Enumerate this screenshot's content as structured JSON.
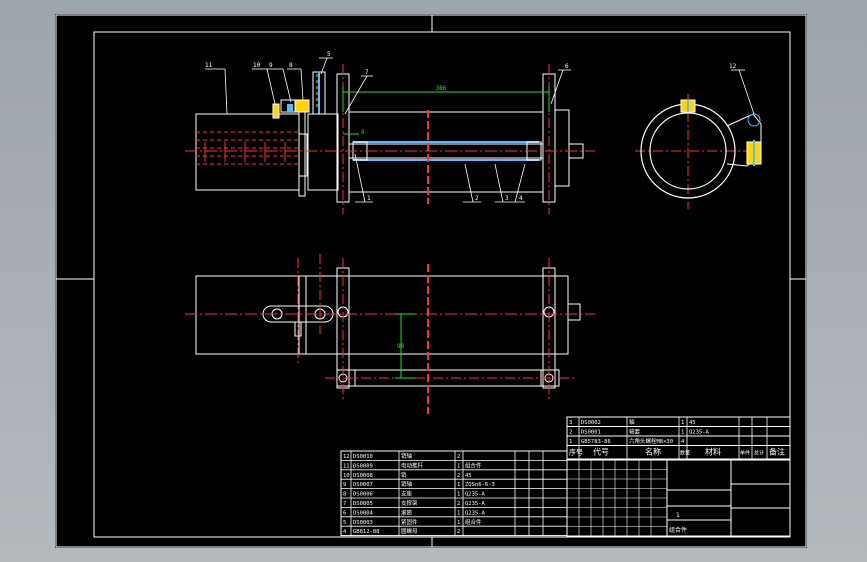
{
  "balloons": {
    "b1": "1",
    "b2": "2",
    "b3": "3",
    "b4": "4",
    "b5": "5",
    "b6": "6",
    "b7": "7",
    "b8": "8",
    "b9": "9",
    "b10": "10",
    "b11": "11",
    "b12": "12"
  },
  "dims": {
    "top_length": "386",
    "front_height": "98",
    "small": "8"
  },
  "bom_upper": {
    "rows": [
      {
        "no": "3",
        "code": "DS0002",
        "name": "轴",
        "qty": "1",
        "mat": "45"
      },
      {
        "no": "2",
        "code": "DS0001",
        "name": "轴套",
        "qty": "1",
        "mat": "Q235-A"
      },
      {
        "no": "1",
        "code": "GB5783-86",
        "name": "六角头螺栓M8×30",
        "qty": "4",
        "mat": ""
      }
    ],
    "header": {
      "no": "序号",
      "code": "代号",
      "name": "名称",
      "qty": "数量",
      "mat": "材料",
      "unit": "单件",
      "total": "总计",
      "note": "备注"
    }
  },
  "bom_lower": {
    "rows": [
      {
        "no": "12",
        "code": "DS0010",
        "name": "销轴",
        "qty": "2",
        "mat": ""
      },
      {
        "no": "11",
        "code": "DS0009",
        "name": "电动推杆",
        "qty": "1",
        "mat": "组合件"
      },
      {
        "no": "10",
        "code": "DS0008",
        "name": "销",
        "qty": "2",
        "mat": "45"
      },
      {
        "no": "9",
        "code": "DS0007",
        "name": "销轴",
        "qty": "1",
        "mat": "ZQSn6-6-3"
      },
      {
        "no": "8",
        "code": "DS0006",
        "name": "支座",
        "qty": "1",
        "mat": "Q235-A"
      },
      {
        "no": "7",
        "code": "DS0005",
        "name": "支撑架",
        "qty": "2",
        "mat": "Q235-A"
      },
      {
        "no": "6",
        "code": "DS0004",
        "name": "滚筒",
        "qty": "1",
        "mat": "Q235-A"
      },
      {
        "no": "5",
        "code": "DS0003",
        "name": "紧固件",
        "qty": "1",
        "mat": "组合件"
      },
      {
        "no": "4",
        "code": "GB812-88",
        "name": "圆螺母",
        "qty": "2",
        "mat": ""
      }
    ]
  },
  "title_block": {
    "label_assembly": "组合件",
    "sheet_no": "1"
  },
  "colors": {
    "outline": "#ffffff",
    "center": "#ff2a2a",
    "dim": "#22dd22",
    "section": "#5bb8ff",
    "accent": "#ffd400",
    "text": "#ffffff",
    "green_text": "#32ff32"
  }
}
